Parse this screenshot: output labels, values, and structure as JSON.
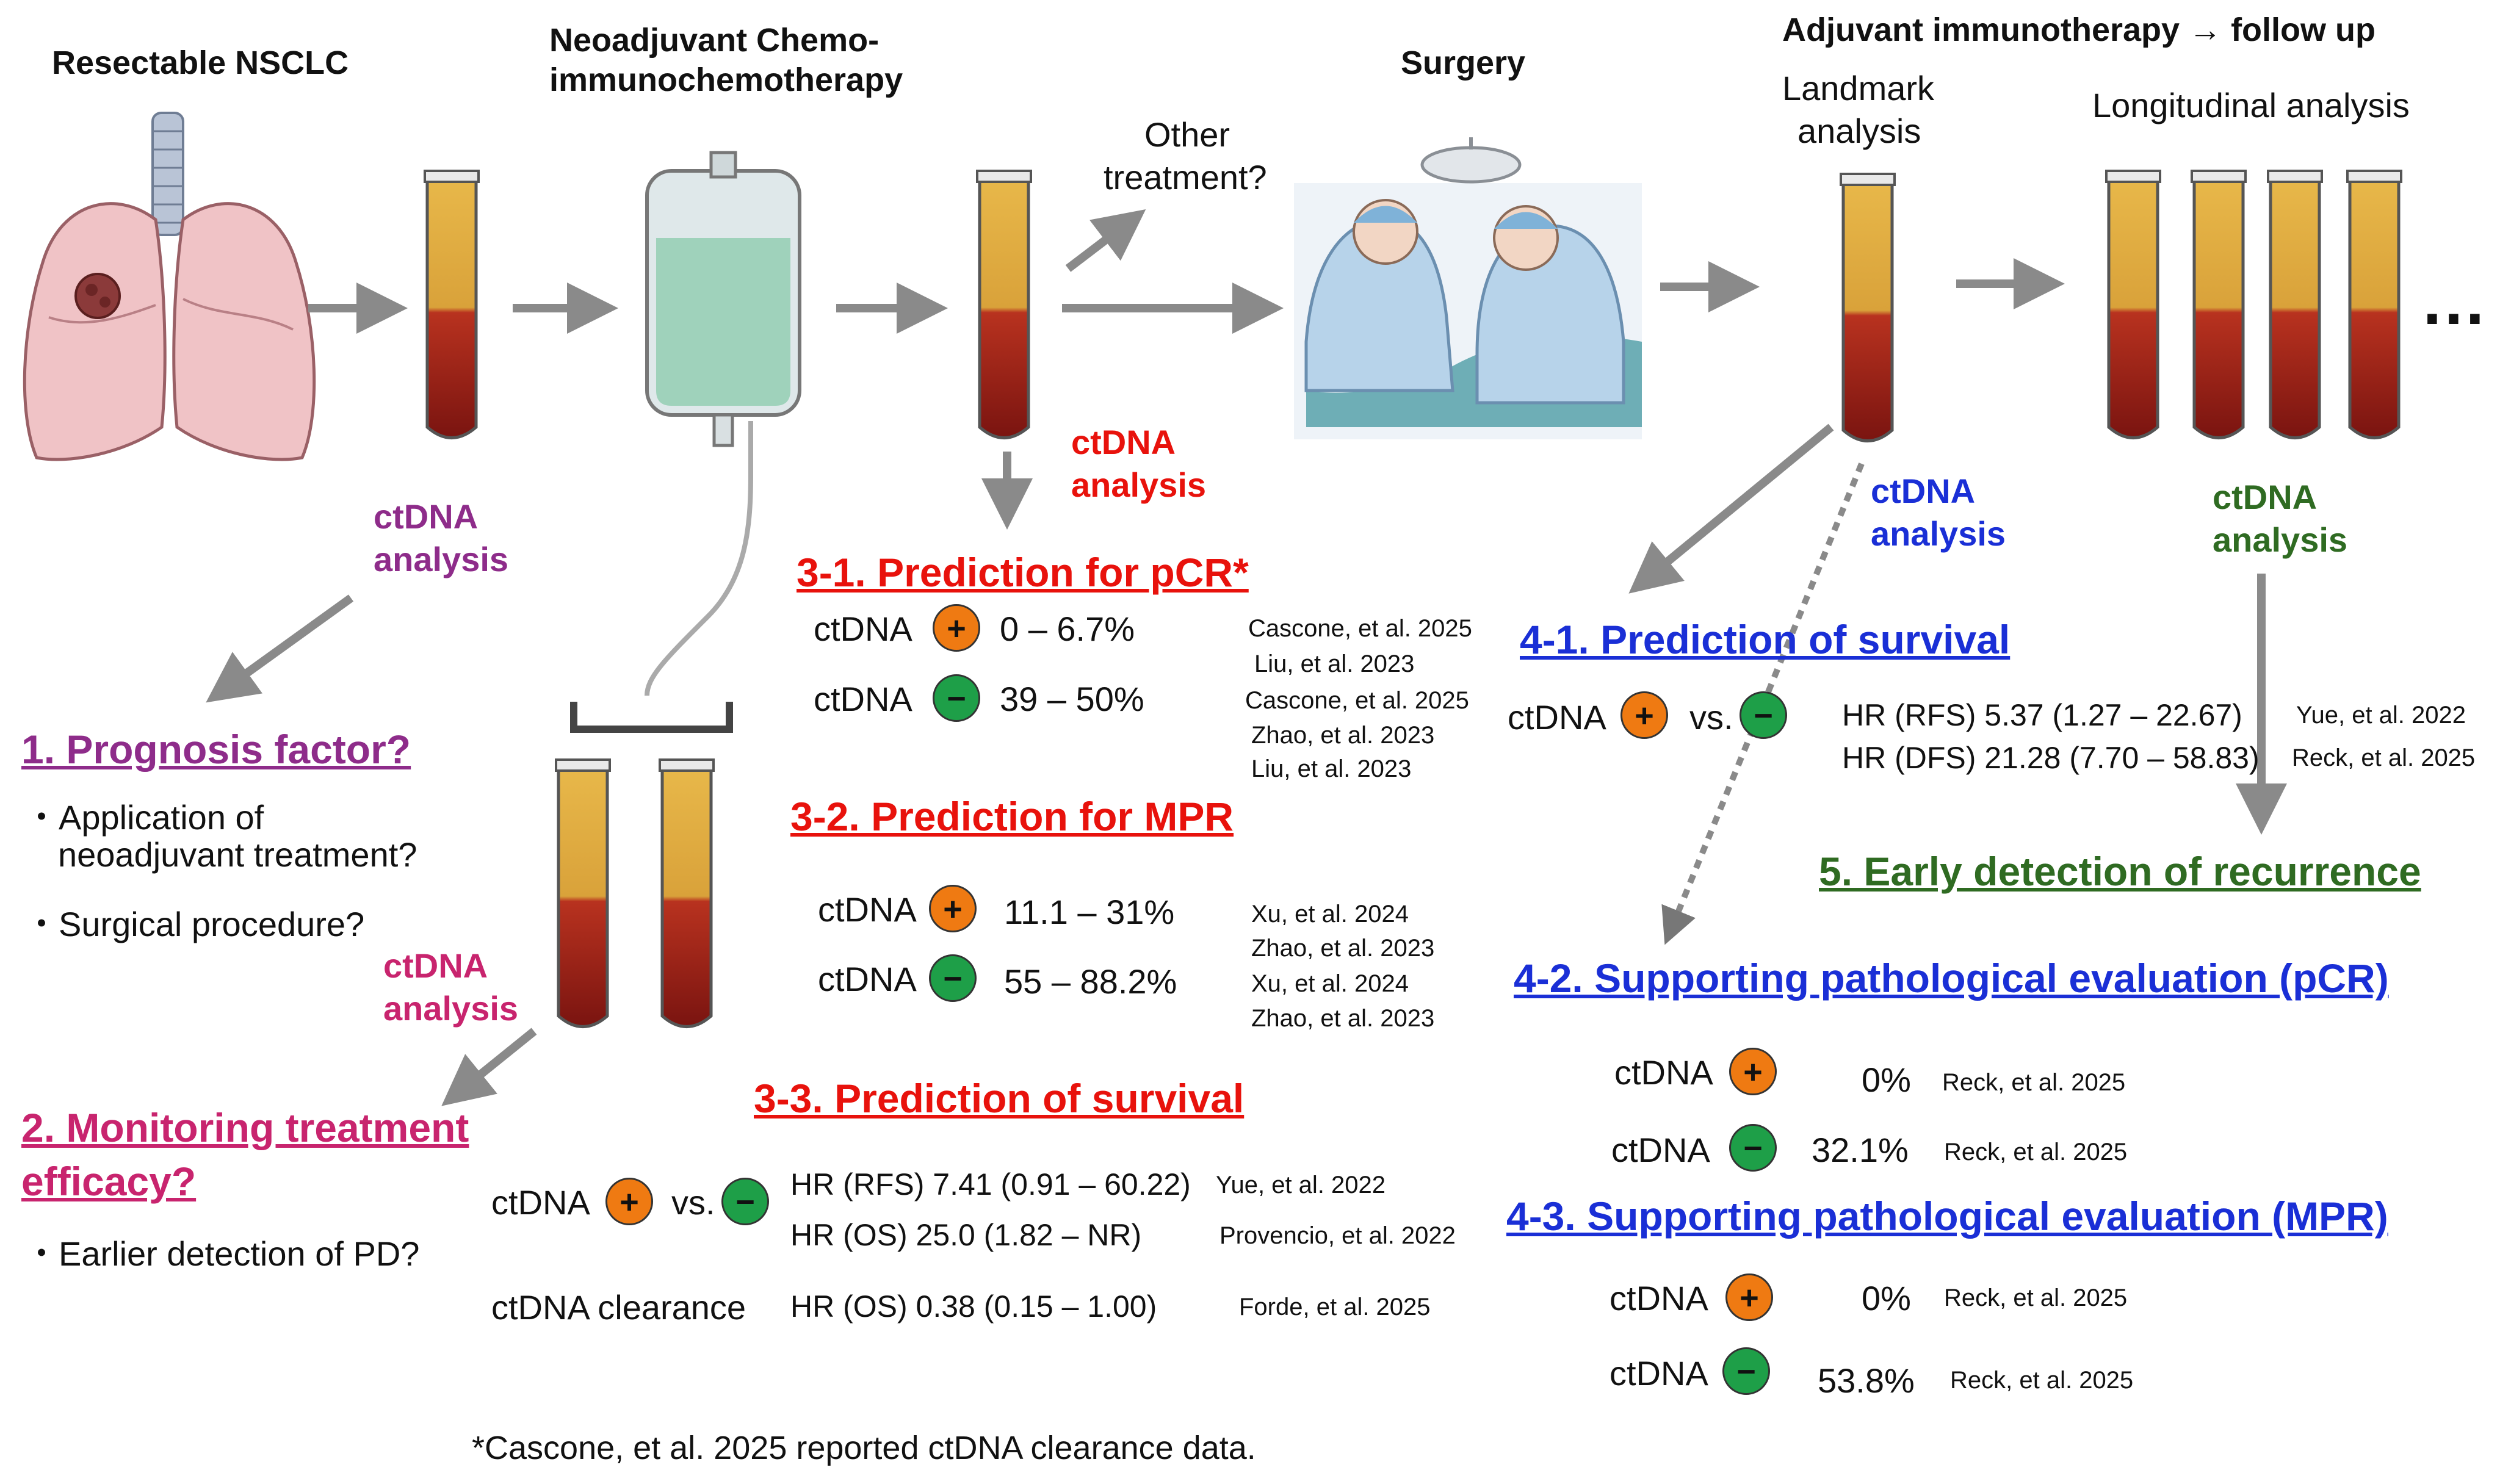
{
  "stages": {
    "resectable": "Resectable NSCLC",
    "neoadjuvant_line1": "Neoadjuvant Chemo-",
    "neoadjuvant_line2": "immunochemotherapy",
    "surgery": "Surgery",
    "adjuvant": "Adjuvant immunotherapy → follow up",
    "landmark_line1": "Landmark",
    "landmark_line2": "analysis",
    "longitudinal": "Longitudinal analysis",
    "other_line1": "Other",
    "other_line2": "treatment?",
    "ellipsis": "…"
  },
  "ctdna_labels": {
    "line1": "ctDNA",
    "line2": "analysis"
  },
  "sections": {
    "s1": {
      "title": "1. Prognosis factor?",
      "bullets": [
        "・Application of",
        "neoadjuvant treatment?",
        "・Surgical procedure?"
      ]
    },
    "s2": {
      "title_line1": "2. Monitoring treatment",
      "title_line2": "efficacy?",
      "bullets": [
        "・Earlier detection of PD?"
      ]
    },
    "s31": {
      "title": "3-1. Prediction for pCR*",
      "pos_value": "0 – 6.7%",
      "neg_value": "39 – 50%",
      "refs": [
        "Cascone, et al. 2025",
        "Liu, et al. 2023",
        "Cascone, et al. 2025",
        "Zhao, et al. 2023",
        "Liu, et al. 2023"
      ]
    },
    "s32": {
      "title": "3-2. Prediction for MPR",
      "pos_value": "11.1 – 31%",
      "neg_value": "55 – 88.2%",
      "refs": [
        "Xu, et al. 2024",
        "Zhao, et al. 2023",
        "Xu, et al. 2024",
        "Zhao, et al. 2023"
      ]
    },
    "s33": {
      "title": "3-3. Prediction of survival",
      "vs": "vs.",
      "hr_rfs": "HR (RFS) 7.41 (0.91 – 60.22)",
      "ref_rfs": "Yue, et al. 2022",
      "hr_os": "HR (OS) 25.0 (1.82 – NR)",
      "ref_os": "Provencio, et al. 2022",
      "clearance_label": "ctDNA clearance",
      "hr_clear": "HR (OS) 0.38 (0.15 – 1.00)",
      "ref_clear": "Forde, et al. 2025"
    },
    "s41": {
      "title": "4-1. Prediction of survival",
      "vs": "vs.",
      "hr_rfs": "HR (RFS) 5.37 (1.27 – 22.67)",
      "ref_rfs": "Yue, et al. 2022",
      "hr_dfs": "HR (DFS) 21.28 (7.70 – 58.83)",
      "ref_dfs": "Reck, et al. 2025"
    },
    "s42": {
      "title": "4-2. Supporting pathological evaluation (pCR)",
      "pos_value": "0%",
      "neg_value": "32.1%",
      "ref_pos": "Reck, et al. 2025",
      "ref_neg": "Reck, et al. 2025"
    },
    "s43": {
      "title": "4-3. Supporting pathological evaluation (MPR)",
      "pos_value": "0%",
      "neg_value": "53.8%",
      "ref_pos": "Reck, et al. 2025",
      "ref_neg": "Reck, et al. 2025"
    },
    "s5": {
      "title": "5. Early detection of recurrence"
    }
  },
  "ctdna_word": "ctDNA",
  "signs": {
    "plus": "+",
    "minus": "−"
  },
  "footnote": "*Cascone, et al. 2025 reported ctDNA clearance data.",
  "colors": {
    "purple": "#8e2c8a",
    "magenta": "#c8246e",
    "red": "#e8120c",
    "blue": "#1a2fd6",
    "green": "#2f6b22",
    "positive": "#ef7a12",
    "negative": "#1e9f48"
  },
  "icons": [
    "lung-icon",
    "blood-tube-icon",
    "iv-bag-icon",
    "surgery-scene-icon",
    "arrow-icon"
  ]
}
